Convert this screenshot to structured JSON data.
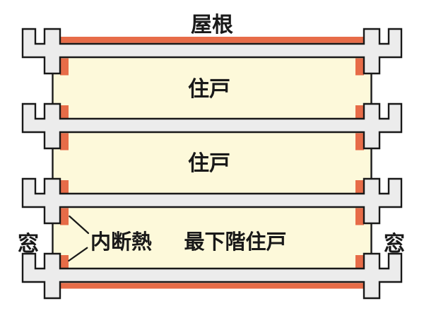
{
  "diagram": {
    "roof_label": "屋根",
    "rooms": [
      {
        "label": "住戸"
      },
      {
        "label": "住戸"
      },
      {
        "label": "最下階住戸"
      }
    ],
    "insulation_label": "内断熱",
    "windows": {
      "left": "窓",
      "right": "窓"
    },
    "colors": {
      "structure_fill": "#ececec",
      "outline": "#191919",
      "insulation": "#e76c48",
      "room_fill": "#fdf9da",
      "background": "#ffffff"
    }
  }
}
